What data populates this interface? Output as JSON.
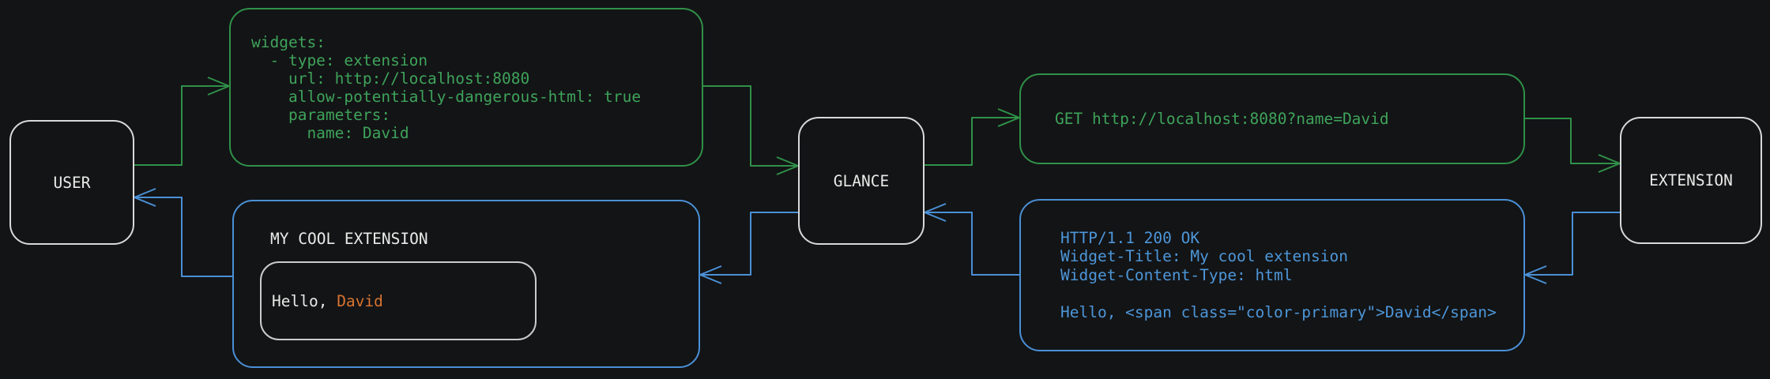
{
  "diagram": {
    "nodes": {
      "user": {
        "label": "USER"
      },
      "glance": {
        "label": "GLANCE"
      },
      "extension": {
        "label": "EXTENSION"
      }
    },
    "messages": {
      "config": {
        "lines": [
          "widgets:",
          "  - type: extension",
          "    url: http://localhost:8080",
          "    allow-potentially-dangerous-html: true",
          "    parameters:",
          "      name: David"
        ]
      },
      "request": {
        "text": "GET http://localhost:8080?name=David"
      },
      "response": {
        "lines": [
          "HTTP/1.1 200 OK",
          "Widget-Title: My cool extension",
          "Widget-Content-Type: html",
          "",
          "Hello, <span class=\"color-primary\">David</span>"
        ]
      },
      "widget": {
        "title": "MY COOL EXTENSION",
        "greeting_prefix": "Hello, ",
        "greeting_name": "David"
      }
    },
    "edges": [
      {
        "from": "user",
        "to": "config",
        "color": "green"
      },
      {
        "from": "config",
        "to": "glance",
        "color": "green"
      },
      {
        "from": "glance",
        "to": "request",
        "color": "green"
      },
      {
        "from": "request",
        "to": "extension",
        "color": "green"
      },
      {
        "from": "extension",
        "to": "response",
        "color": "blue"
      },
      {
        "from": "response",
        "to": "glance",
        "color": "blue"
      },
      {
        "from": "glance",
        "to": "widget",
        "color": "blue"
      },
      {
        "from": "widget",
        "to": "user",
        "color": "blue"
      }
    ],
    "colors": {
      "background": "#131416",
      "green": "#2F9148",
      "green_text": "#3EA35A",
      "blue": "#4A90D6",
      "blue_text": "#4D96D8",
      "orange": "#D9742F",
      "white_text": "#EAEAE8",
      "node_border": "#D9D9D9",
      "inner_border": "#CBCBCB"
    }
  }
}
